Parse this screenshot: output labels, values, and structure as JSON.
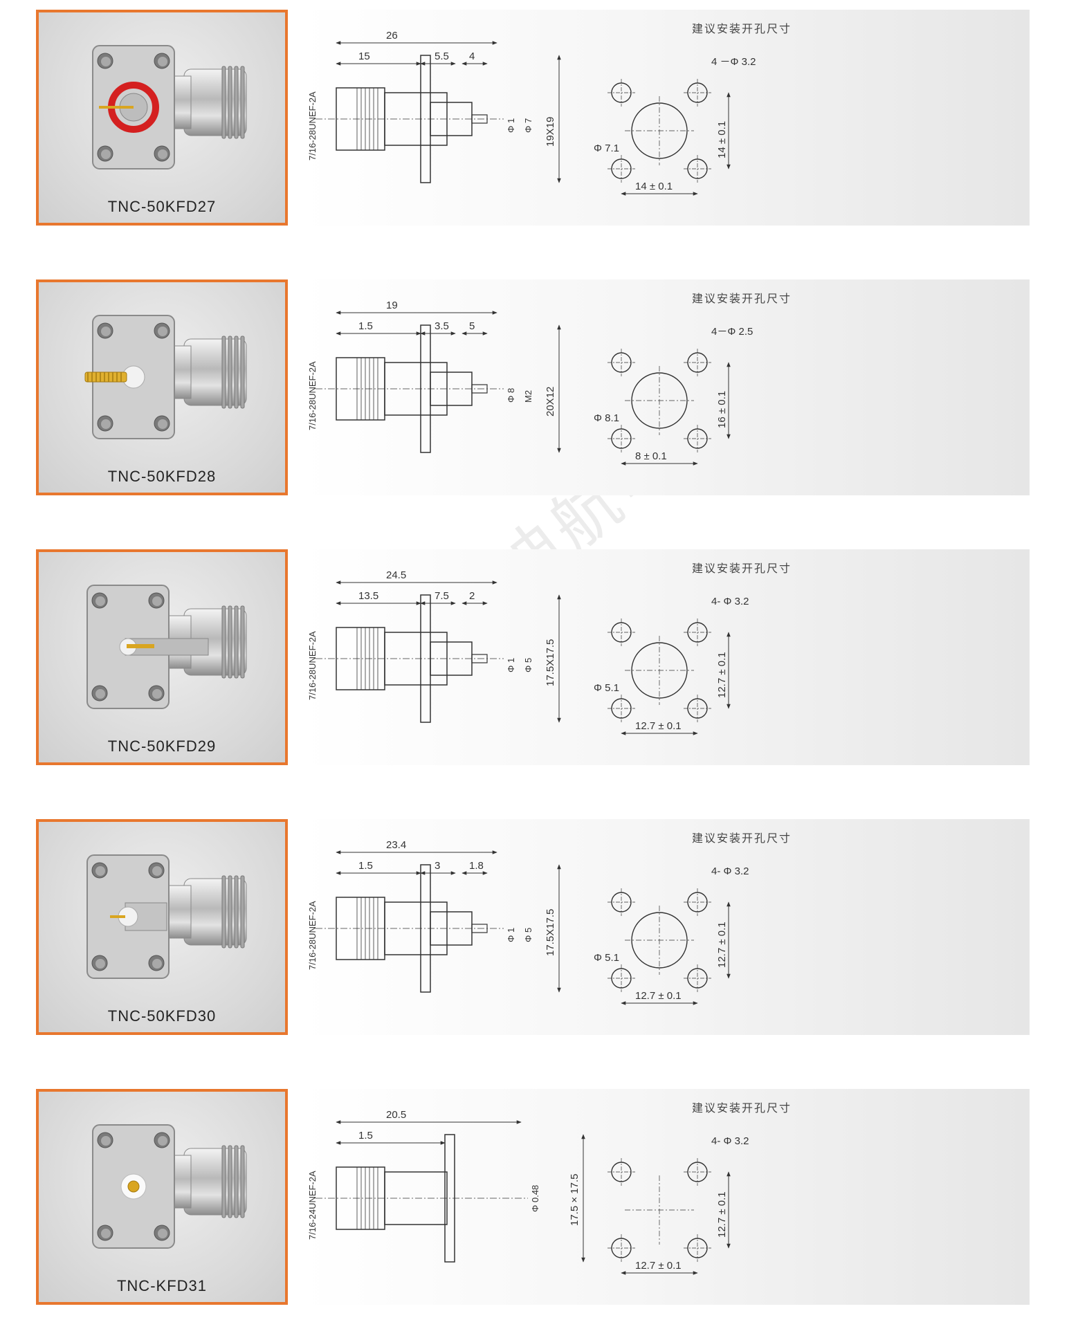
{
  "watermark": "西安迪航电子",
  "accent_color": "#e8772e",
  "hole_section_title": "建议安装开孔尺寸",
  "products": [
    {
      "model": "TNC-50KFD27",
      "photo_variant": "red-gasket",
      "thread": "7/16-28UNEF-2A",
      "length_dims": [
        "26",
        "15",
        "5.5",
        "4"
      ],
      "diameter_dims": [
        "Φ 1",
        "Φ 7"
      ],
      "flange": "19X19",
      "hole_count": "4 －Φ 3.2",
      "center_hole": "Φ 7.1",
      "spacing_h": "14 ± 0.1",
      "spacing_v": "14 ± 0.1"
    },
    {
      "model": "TNC-50KFD28",
      "photo_variant": "threaded-pin",
      "thread": "7/16-28UNEF-2A",
      "length_dims": [
        "19",
        "1.5",
        "3.5",
        "5"
      ],
      "diameter_dims": [
        "Φ 8",
        "M2"
      ],
      "flange": "20X12",
      "hole_count": "4－Φ 2.5",
      "center_hole": "Φ 8.1",
      "spacing_h": "8 ± 0.1",
      "spacing_v": "16 ± 0.1"
    },
    {
      "model": "TNC-50KFD29",
      "photo_variant": "long-insulator",
      "thread": "7/16-28UNEF-2A",
      "length_dims": [
        "24.5",
        "13.5",
        "7.5",
        "2"
      ],
      "diameter_dims": [
        "Φ 1",
        "Φ 5"
      ],
      "flange": "17.5X17.5",
      "hole_count": "4- Φ 3.2",
      "center_hole": "Φ 5.1",
      "spacing_h": "12.7 ± 0.1",
      "spacing_v": "12.7 ± 0.1"
    },
    {
      "model": "TNC-50KFD30",
      "photo_variant": "short-insulator",
      "thread": "7/16-28UNEF-2A",
      "length_dims": [
        "23.4",
        "1.5",
        "3",
        "1.8"
      ],
      "diameter_dims": [
        "Φ 1",
        "Φ 5"
      ],
      "flange": "17.5X17.5",
      "hole_count": "4- Φ 3.2",
      "center_hole": "Φ 5.1",
      "spacing_h": "12.7 ± 0.1",
      "spacing_v": "12.7 ± 0.1"
    },
    {
      "model": "TNC-KFD31",
      "photo_variant": "flush-socket",
      "thread": "7/16-24UNEF-2A",
      "length_dims": [
        "20.5",
        "1.5"
      ],
      "diameter_dims": [
        "Φ 0.48"
      ],
      "flange": "17.5 × 17.5",
      "hole_count": "4- Φ 3.2",
      "center_hole": "",
      "spacing_h": "12.7 ± 0.1",
      "spacing_v": "12.7 ± 0.1"
    }
  ]
}
